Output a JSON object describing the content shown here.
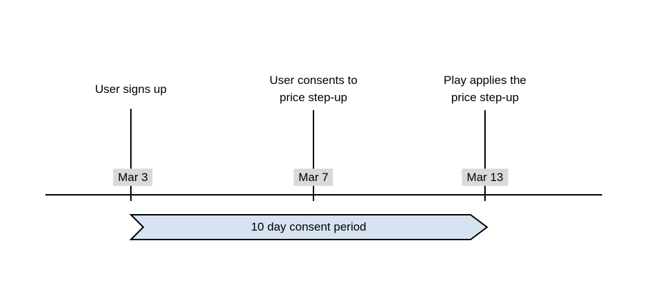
{
  "events": [
    {
      "lines": [
        "User signs up"
      ],
      "date": "Mar 3"
    },
    {
      "lines": [
        "User consents to",
        "price step-up"
      ],
      "date": "Mar 7"
    },
    {
      "lines": [
        "Play applies the",
        "price step-up"
      ],
      "date": "Mar 13"
    }
  ],
  "banner": {
    "label": "10 day consent period"
  },
  "colors": {
    "banner_fill": "#d7e3f1",
    "banner_border": "#000000",
    "date_label_bg": "#d9d9d9",
    "line": "#000000",
    "text": "#000000"
  }
}
